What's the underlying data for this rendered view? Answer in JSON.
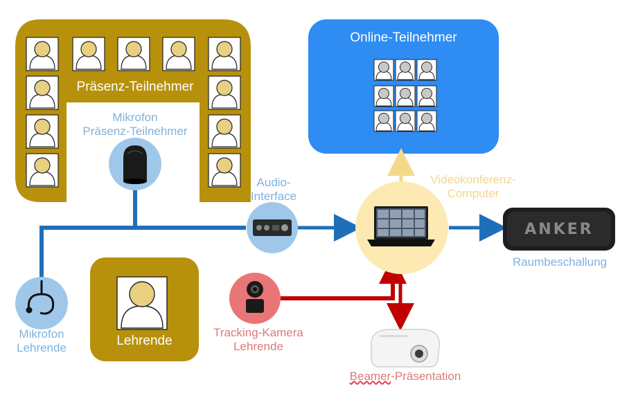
{
  "labels": {
    "praesenz": "Präsenz-Teilnehmer",
    "mic_praesenz_line1": "Mikrofon",
    "mic_praesenz_line2": "Präsenz-Teilnehmer",
    "online": "Online-Teilnehmer",
    "audio_line1": "Audio-",
    "audio_line2": "Interface",
    "video_line1": "Videokonferenz-",
    "video_line2": "Computer",
    "raum": "Raumbeschallung",
    "mic_lehrende_line1": "Mikrofon",
    "mic_lehrende_line2": "Lehrende",
    "lehrende": "Lehrende",
    "tracking_line1": "Tracking-Kamera",
    "tracking_line2": "Lehrende",
    "beamer_word": "Beamer",
    "beamer_rest": "-Präsentation",
    "speaker_brand": "ANKER"
  },
  "colors": {
    "gold": "#b8910c",
    "online_blue": "#2e8cf2",
    "line_blue": "#1f6fb8",
    "line_red": "#c00000",
    "arrow_yellow": "#f5d98a",
    "circle_blue": "#9fc7ea",
    "circle_red": "#e87676",
    "circle_yellow": "#fdeab3",
    "avatar_face": "#e8cf82",
    "online_face": "#c8c8c8"
  }
}
